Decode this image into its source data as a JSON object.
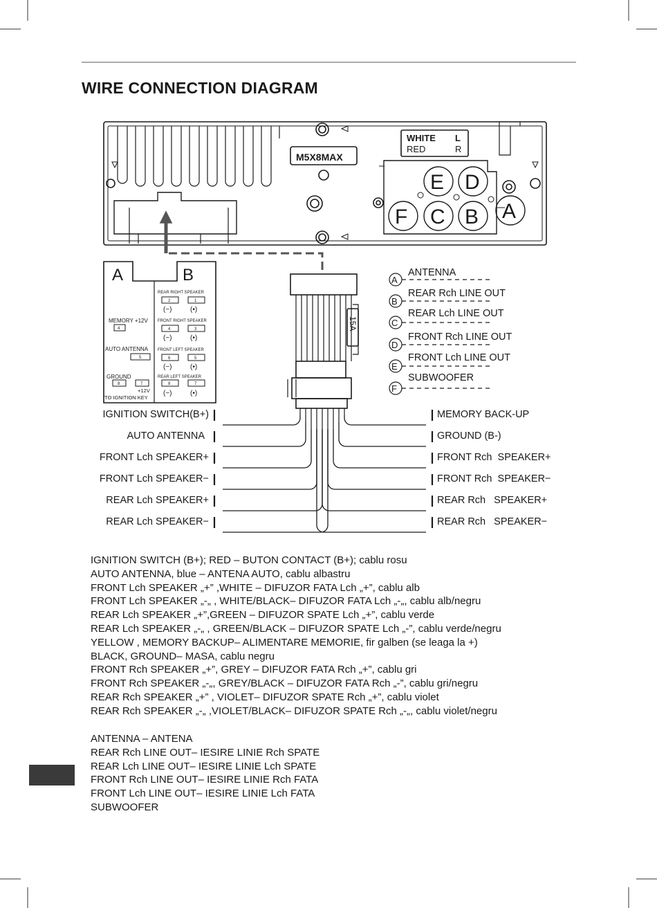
{
  "title": "WIRE CONNECTION DIAGRAM",
  "unit": {
    "model": "M5X8MAX",
    "rca_legend": {
      "white": "WHITE",
      "l": "L",
      "red": "RED",
      "r": "R"
    },
    "sockets": [
      "E",
      "D",
      "F",
      "C",
      "B",
      "A"
    ]
  },
  "connector": {
    "block_a": {
      "letter": "A",
      "memory": "MEMORY +12V",
      "memory_pin": "4",
      "auto_antenna": "AUTO ANTENNA",
      "auto_antenna_pin": "5",
      "ground": "GROUND",
      "ground_pin": "8",
      "ign_pin": "7",
      "ign_voltage": "+12V",
      "ign_text": "TO IGNITION KEY"
    },
    "block_b": {
      "letter": "B",
      "groups": [
        {
          "label": "REAR RIGHT SPEAKER",
          "pin_neg": "2",
          "pin_pos": "1",
          "neg": "(−)",
          "pos": "(•)"
        },
        {
          "label": "FRONT RIGHT SPEAKER",
          "pin_neg": "4",
          "pin_pos": "3",
          "neg": "(−)",
          "pos": "(•)"
        },
        {
          "label": "FRONT LEFT SPEAKER",
          "pin_neg": "6",
          "pin_pos": "5",
          "neg": "(−)",
          "pos": "(•)"
        },
        {
          "label": "REAR LEFT SPEAKER",
          "pin_neg": "8",
          "pin_pos": "7",
          "neg": "(−)",
          "pos": "(•)"
        }
      ]
    }
  },
  "fuse": "15A",
  "rca_list": [
    {
      "letter": "A",
      "label": "ANTENNA"
    },
    {
      "letter": "B",
      "label": "REAR Rch LINE OUT"
    },
    {
      "letter": "C",
      "label": "REAR Lch LINE OUT"
    },
    {
      "letter": "D",
      "label": "FRONT Rch LINE OUT"
    },
    {
      "letter": "E",
      "label": "FRONT Lch LINE OUT"
    },
    {
      "letter": "F",
      "label": "SUBWOOFER"
    }
  ],
  "wires_left": [
    "IGNITION SWITCH(B+)",
    "AUTO ANTENNA",
    "FRONT Lch SPEAKER+",
    "FRONT Lch SPEAKER−",
    "REAR Lch SPEAKER+",
    "REAR Lch SPEAKER−"
  ],
  "wires_right": [
    "MEMORY BACK-UP",
    "GROUND (B-)",
    "FRONT Rch  SPEAKER+",
    "FRONT Rch  SPEAKER−",
    "REAR Rch   SPEAKER+",
    "REAR Rch   SPEAKER−"
  ],
  "descriptions": [
    "IGNITION SWITCH (B+); RED – BUTON CONTACT (B+); cablu rosu",
    "AUTO ANTENNA, blue – ANTENA AUTO, cablu albastru",
    "FRONT Lch SPEAKER „+” ,WHITE – DIFUZOR FATA Lch „+”, cablu alb",
    "FRONT Lch SPEAKER „-„ , WHITE/BLACK– DIFUZOR FATA Lch „-„, cablu alb/negru",
    "REAR Lch SPEAKER „+”,GREEN –  DIFUZOR SPATE Lch „+”, cablu verde",
    "REAR Lch SPEAKER „-„ , GREEN/BLACK –  DIFUZOR SPATE Lch „-”, cablu verde/negru",
    "YELLOW , MEMORY BACKUP– ALIMENTARE MEMORIE, fir galben (se leaga la +)",
    "BLACK, GROUND– MASA, cablu negru",
    "FRONT Rch SPEAKER „+”, GREY – DIFUZOR FATA Rch „+”, cablu gri",
    "FRONT Rch SPEAKER „-„, GREY/BLACK –  DIFUZOR FATA Rch „-”, cablu gri/negru",
    "REAR Rch SPEAKER „+” , VIOLET– DIFUZOR SPATE Rch „+”, cablu violet",
    "REAR Rch SPEAKER „-„  ,VIOLET/BLACK– DIFUZOR SPATE Rch „-„, cablu violet/negru"
  ],
  "translations": [
    "ANTENNA – ANTENA",
    "REAR Rch LINE OUT–  IESIRE LINIE Rch SPATE",
    "REAR Lch LINE OUT–  IESIRE LINIE Lch SPATE",
    "FRONT Rch LINE OUT– IESIRE LINIE Rch FATA",
    "FRONT Lch LINE OUT– IESIRE LINIE Lch FATA",
    "SUBWOOFER"
  ]
}
